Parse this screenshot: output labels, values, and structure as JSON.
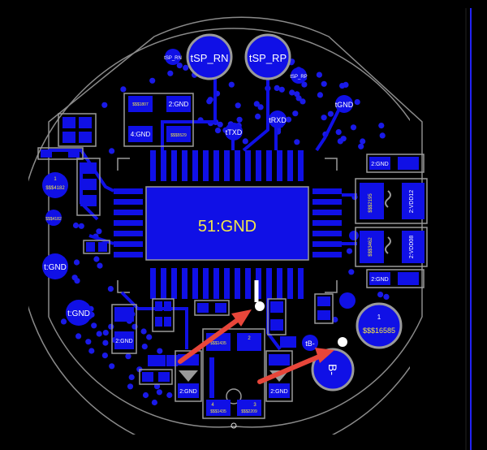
{
  "colors": {
    "background": "#000000",
    "copper": "#1010e6",
    "copper_dark": "#0a0ab8",
    "outline": "#9a9a9a",
    "silk": "#f2e64a",
    "via": "#2a2aff",
    "arrow": "#e8463a",
    "edge_line": "#2222ff"
  },
  "labels": {
    "sp_rn_big": "tSP_RN",
    "sp_rp_big": "tSP_RP",
    "sp_rn_small": "tSP_RN",
    "sp_rp_small": "tSP_RP",
    "txd": "tTXD",
    "rxd": "tRXD",
    "gnd_pad_top": "tGND",
    "center_gnd": "51:GND",
    "gnd_left": "t:GND",
    "gnd_left2": "t:GND",
    "bplus": "tB-",
    "bminus": "B-",
    "gnd_a": "2:GND",
    "gnd_b": "4:GND",
    "gnd_c": "2:GND",
    "gnd_d": "2:GND",
    "gnd_e": "2:GND",
    "gnd_f": "2:GND",
    "gnd_g": "2:GND",
    "part_4182": "$$$4182",
    "part_4182b": "$$$4182",
    "part_16585": "$$$16585",
    "part_vdd12": "2:VDD12",
    "part_vdd08": "2:VDD08",
    "part_2195": "$$$2195",
    "part_3462": "$$$3462",
    "part_1807": "$$$1807",
    "part_5529": "$$$5529",
    "part_1435": "$$$1435",
    "part_2209": "$$$2209",
    "num_1a": "1",
    "num_1b": "1",
    "num_1c": "1",
    "num_2": "2",
    "num_3": "3",
    "num_4": "4"
  }
}
